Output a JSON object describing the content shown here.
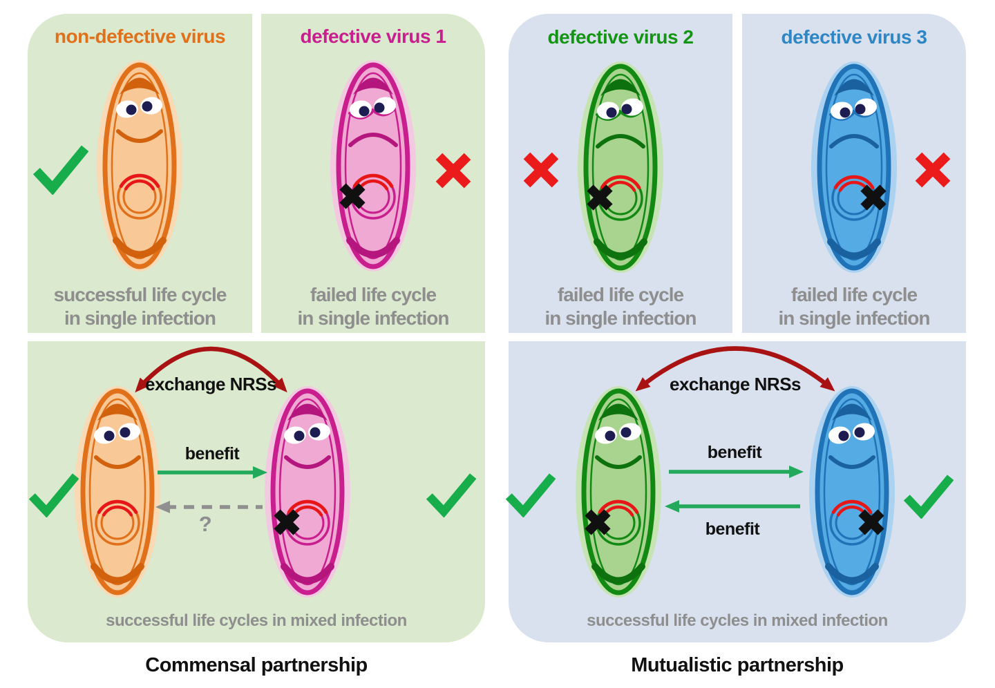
{
  "figure": {
    "top_panels": [
      {
        "title": "non-defective virus",
        "palette": "orange",
        "outcome_mark": "check",
        "caption_line1": "successful life cycle",
        "caption_line2": "in single infection"
      },
      {
        "title": "defective virus 1",
        "palette": "pink",
        "outcome_mark": "cross",
        "caption_line1": "failed life cycle",
        "caption_line2": "in single infection"
      },
      {
        "title": "defective virus 2",
        "palette": "green",
        "outcome_mark": "cross",
        "caption_line1": "failed life cycle",
        "caption_line2": "in single infection"
      },
      {
        "title": "defective virus 3",
        "palette": "blue",
        "outcome_mark": "cross",
        "caption_line1": "failed life cycle",
        "caption_line2": "in single infection"
      }
    ],
    "bottom_panels": [
      {
        "exchange_label": "exchange NRSs",
        "benefit_label": "benefit",
        "question_label": "?",
        "caption": "successful life cycles in mixed infection",
        "label": "Commensal partnership"
      },
      {
        "exchange_label": "exchange NRSs",
        "benefit_top_label": "benefit",
        "benefit_bottom_label": "benefit",
        "caption": "successful life cycles in mixed infection",
        "label": "Mutualistic partnership"
      }
    ]
  },
  "viruses": {
    "v1": {
      "palette": "orange",
      "mood": "happy",
      "defect": "none"
    },
    "v2": {
      "palette": "pink",
      "mood": "sad",
      "defect": "left"
    },
    "v3": {
      "palette": "green",
      "mood": "sad",
      "defect": "left"
    },
    "v4": {
      "palette": "blue",
      "mood": "sad",
      "defect": "right"
    },
    "v5": {
      "palette": "orange",
      "mood": "happy",
      "defect": "none"
    },
    "v6": {
      "palette": "pink",
      "mood": "happy",
      "defect": "left"
    },
    "v7": {
      "palette": "green",
      "mood": "happy",
      "defect": "left"
    },
    "v8": {
      "palette": "blue",
      "mood": "happy",
      "defect": "right"
    }
  },
  "colors": {
    "page_bg": "#ffffff",
    "panel_green": "#dbe9ce",
    "panel_blue": "#d9e1ee",
    "check": "#17ad4b",
    "cross": "#ec1b1b",
    "defect_x": "#101010",
    "replication_red": "#e81717",
    "benefit_arrow": "#22a95b",
    "exchange_arrow": "#a81212",
    "dashed_arrow": "#8f8f8f",
    "caption_gray": "#8e8e8e",
    "text_black": "#111111",
    "eye_white": "#ffffff",
    "pupil": "#1d1d52",
    "palettes": {
      "orange": {
        "outline": "#e0701a",
        "fill": "#f8c997",
        "halo": "#fad9b5",
        "dark": "#d2610e",
        "title": "#e0701a"
      },
      "pink": {
        "outline": "#c81e8e",
        "fill": "#efa9d3",
        "halo": "#f3c9e2",
        "dark": "#b5167e",
        "title": "#c81e8e"
      },
      "green": {
        "outline": "#128912",
        "fill": "#a9d48f",
        "halo": "#c6e3b2",
        "dark": "#0d720d",
        "title": "#149414"
      },
      "blue": {
        "outline": "#2173b8",
        "fill": "#55abe3",
        "halo": "#abd2f0",
        "dark": "#1a619f",
        "title": "#2e86c5"
      }
    }
  }
}
